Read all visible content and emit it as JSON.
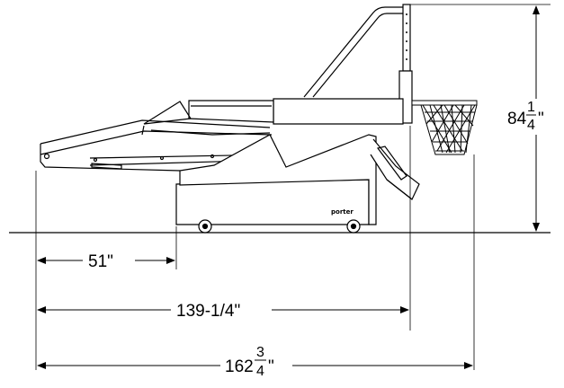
{
  "diagram": {
    "dimensions": {
      "height": {
        "whole": "84",
        "num": "1",
        "den": "4",
        "unit": "\""
      },
      "dim_51": "51\"",
      "dim_139": "139-1/4\"",
      "overall": {
        "whole": "162",
        "num": "3",
        "den": "4",
        "unit": "\""
      }
    },
    "brand_mark": "porter",
    "colors": {
      "line": "#000000",
      "background": "#ffffff"
    }
  }
}
